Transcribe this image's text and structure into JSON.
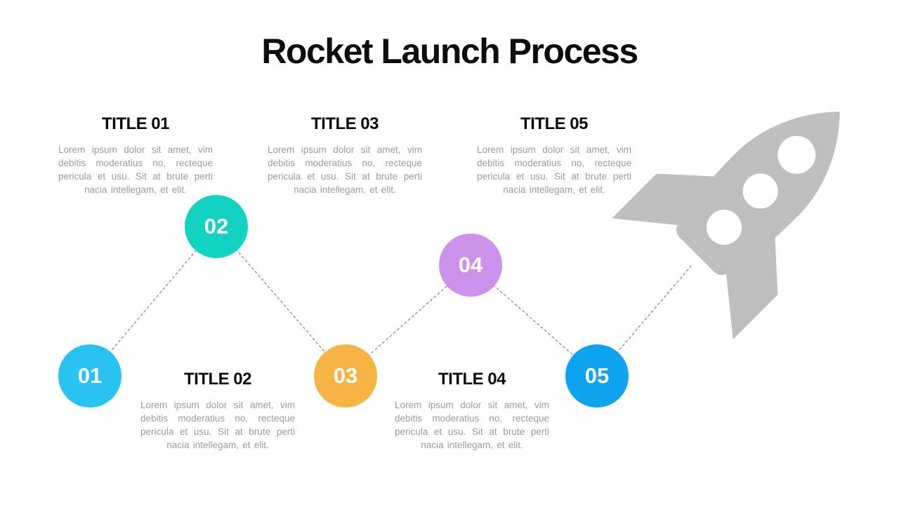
{
  "slide": {
    "title": "Rocket Launch Process",
    "background_color": "#ffffff"
  },
  "steps": [
    {
      "number": "01",
      "title": "TITLE 01",
      "description": "Lorem ipsum dolor sit amet, vim debitis moderatius no, recteque pericula et usu. Sit at brute perti nacia intellegam, et elit.",
      "color": "#29c3f1",
      "text_position": "top",
      "marker_position": "bottom"
    },
    {
      "number": "02",
      "title": "TITLE 02",
      "description": "Lorem ipsum dolor sit amet, vim debitis moderatius no, recteque pericula et usu. Sit at brute perti nacia intellegam, et elit.",
      "color": "#12d2c2",
      "text_position": "bottom",
      "marker_position": "top"
    },
    {
      "number": "03",
      "title": "TITLE 03",
      "description": "Lorem ipsum dolor sit amet, vim debitis moderatius no, recteque pericula et usu. Sit at brute perti nacia intellegam, et elit.",
      "color": "#f6b445",
      "text_position": "top",
      "marker_position": "bottom"
    },
    {
      "number": "04",
      "title": "TITLE 04",
      "description": "Lorem ipsum dolor sit amet, vim debitis moderatius no, recteque pericula et usu. Sit at brute perti nacia intellegam, et elit.",
      "color": "#cd92ec",
      "text_position": "bottom",
      "marker_position": "top"
    },
    {
      "number": "05",
      "title": "TITLE 05",
      "description": "Lorem ipsum dolor sit amet, vim debitis moderatius no, recteque pericula et usu. Sit at brute perti nacia intellegam, et elit.",
      "color": "#0ea3ee",
      "text_position": "top",
      "marker_position": "bottom"
    }
  ],
  "connector": {
    "style": "dashed",
    "color": "#8a8a8a"
  },
  "rocket_icon": {
    "color": "#bfbfbf",
    "window_color": "#ffffff"
  }
}
